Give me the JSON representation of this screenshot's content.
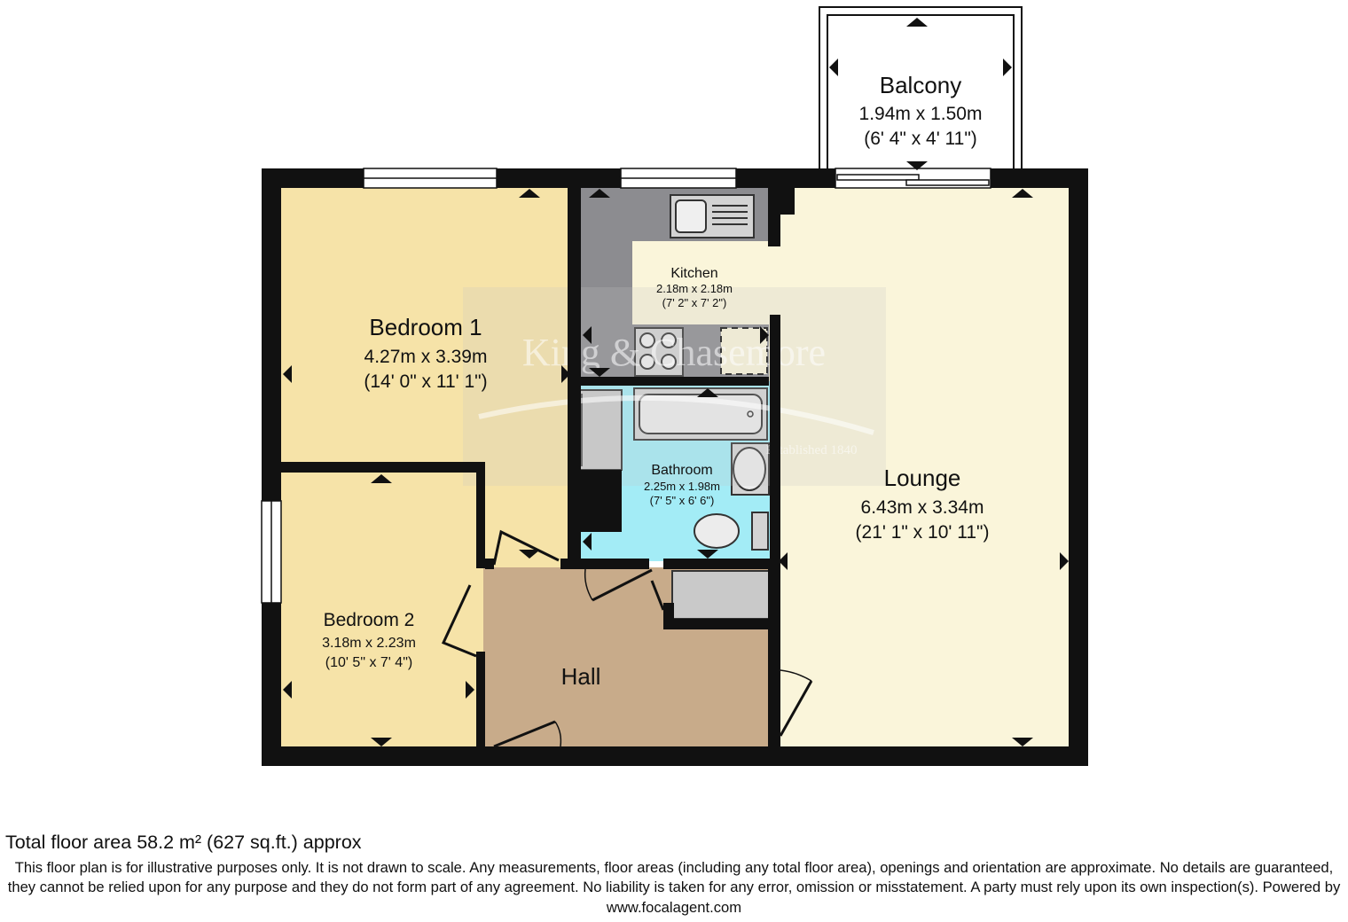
{
  "rooms": {
    "balcony": {
      "name": "Balcony",
      "metric": "1.94m x 1.50m",
      "imperial": "(6' 4\" x 4' 11\")"
    },
    "bedroom1": {
      "name": "Bedroom 1",
      "metric": "4.27m x 3.39m",
      "imperial": "(14' 0\" x 11' 1\")"
    },
    "bedroom2": {
      "name": "Bedroom 2",
      "metric": "3.18m x 2.23m",
      "imperial": "(10' 5\" x 7' 4\")"
    },
    "kitchen": {
      "name": "Kitchen",
      "metric": "2.18m x 2.18m",
      "imperial": "(7' 2\" x 7' 2\")"
    },
    "bathroom": {
      "name": "Bathroom",
      "metric": "2.25m x 1.98m",
      "imperial": "(7' 5\" x 6' 6\")"
    },
    "lounge": {
      "name": "Lounge",
      "metric": "6.43m x 3.34m",
      "imperial": "(21' 1\" x 10' 11\")"
    },
    "hall": {
      "name": "Hall"
    }
  },
  "watermark": {
    "brand": "King & Chasemore",
    "tagline": "Established 1840"
  },
  "colors": {
    "walls": "#111111",
    "bedroom": "#f6e3a8",
    "lounge": "#faf5da",
    "kitchen_floor": "#faf5da",
    "kitchen_counter": "#8c8c90",
    "bathroom": "#a3ecf6",
    "hall": "#c8ab8a",
    "fixture_grey": "#c9c9c9"
  },
  "footer": {
    "total_area": "Total floor area 58.2 m² (627 sq.ft.) approx",
    "disclaimer": "This floor plan is for illustrative purposes only. It is not drawn to scale. Any measurements, floor areas (including any total floor area), openings and orientation are approximate. No details are guaranteed, they cannot be relied upon for any purpose and they do not form part of any agreement. No liability is taken for any error, omission or misstatement. A party must rely upon its own inspection(s). Powered by www.focalagent.com"
  }
}
